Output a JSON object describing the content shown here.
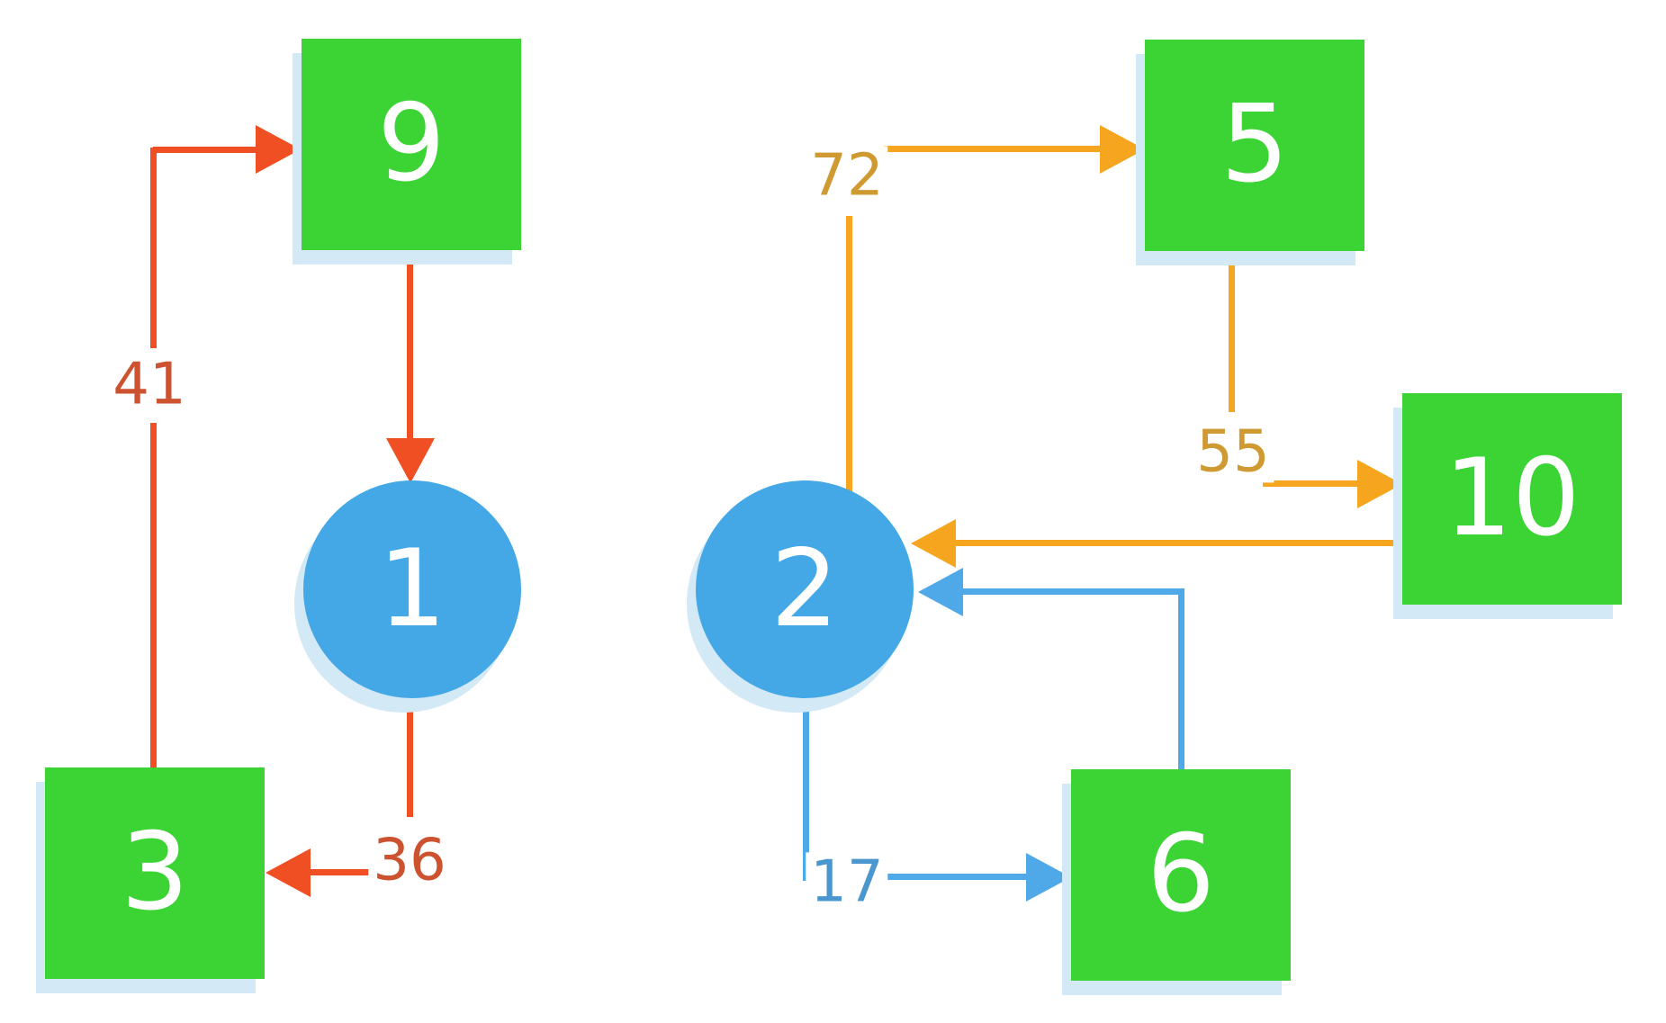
{
  "diagram": {
    "background": "#ffffff",
    "colors": {
      "square_fill": "#3bd434",
      "circle_fill": "#44a8e7",
      "node_text": "#ffffff",
      "shadow": "#d4e9f6",
      "edge_red": "#f04f23",
      "edge_orange": "#f6a51f",
      "edge_blue": "#4fa9e8",
      "label_red": "#cc5230",
      "label_orange": "#d09a33",
      "label_blue": "#4a96cf"
    },
    "nodes": [
      {
        "id": "9",
        "shape": "square"
      },
      {
        "id": "5",
        "shape": "square"
      },
      {
        "id": "10",
        "shape": "square"
      },
      {
        "id": "3",
        "shape": "square"
      },
      {
        "id": "6",
        "shape": "square"
      },
      {
        "id": "1",
        "shape": "circle"
      },
      {
        "id": "2",
        "shape": "circle"
      }
    ],
    "edges": [
      {
        "from": "3",
        "to": "9",
        "label": "41",
        "color": "red"
      },
      {
        "from": "9",
        "to": "1",
        "label": "",
        "color": "red"
      },
      {
        "from": "1",
        "to": "3",
        "label": "36",
        "color": "red"
      },
      {
        "from": "2",
        "to": "5",
        "label": "72",
        "color": "orange"
      },
      {
        "from": "5",
        "to": "10",
        "label": "55",
        "color": "orange"
      },
      {
        "from": "10",
        "to": "2",
        "label": "",
        "color": "orange"
      },
      {
        "from": "2",
        "to": "6",
        "label": "17",
        "color": "blue"
      },
      {
        "from": "6",
        "to": "2",
        "label": "",
        "color": "blue"
      }
    ]
  }
}
